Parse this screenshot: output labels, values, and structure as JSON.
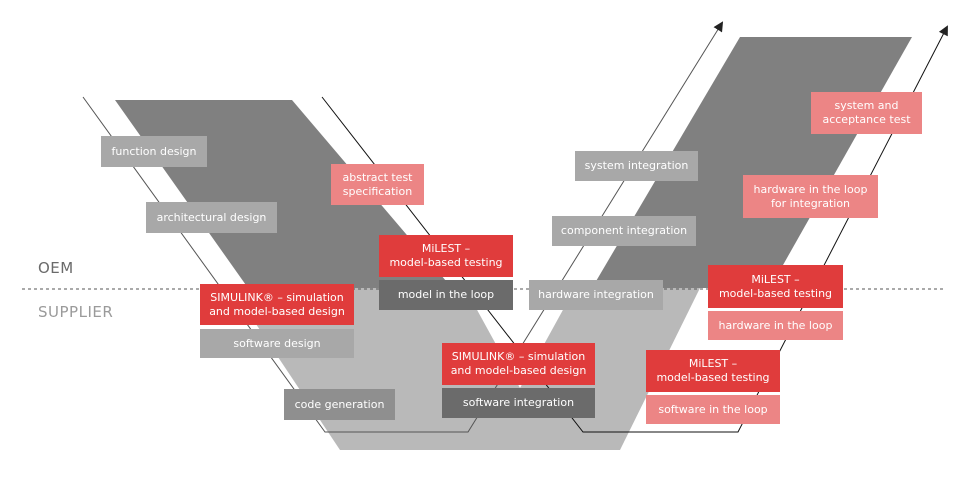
{
  "zones": {
    "oem": "OEM",
    "supplier": "SUPPLIER"
  },
  "boxes": {
    "function_design": "function design",
    "architectural_design": "architectural design",
    "abstract_test_spec": "abstract test\nspecification",
    "milest_left": "MiLEST –\nmodel-based testing",
    "model_in_loop": "model in the loop",
    "simulink_left": "SIMULINK® – simulation\nand model-based design",
    "software_design": "software design",
    "code_generation": "code generation",
    "simulink_center": "SIMULINK® – simulation\nand model-based design",
    "software_integration": "software integration",
    "hardware_integration": "hardware integration",
    "component_integration": "component integration",
    "system_integration": "system integration",
    "milest_right_upper": "MiLEST –\nmodel-based testing",
    "hardware_in_loop": "hardware in the loop",
    "milest_right_lower": "MiLEST –\nmodel-based testing",
    "software_in_loop": "software in the loop",
    "hil_integration": "hardware in the loop\nfor integration",
    "system_acceptance": "system and\nacceptance test"
  },
  "colors": {
    "gray_dark_band": "#808080",
    "gray_light_band": "#b9b9b9",
    "red": "#e03c3c",
    "pink": "#ec8585"
  }
}
